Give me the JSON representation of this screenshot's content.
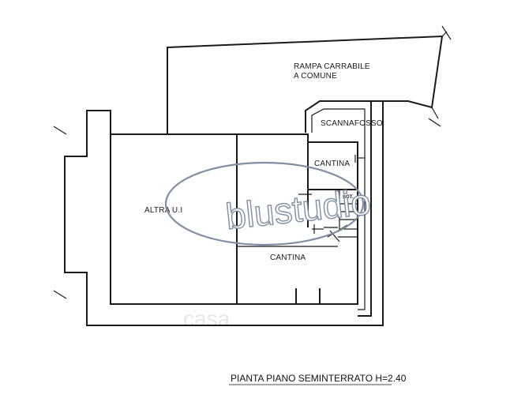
{
  "labels": {
    "rampa_line1": "RAMPA CARRABILE",
    "rampa_line2": "A COMUNE",
    "scannafosso": "SCANNAFOSSO",
    "cantina_upper": "CANTINA",
    "sot": "SOT.",
    "altra_ui": "ALTRA U.I",
    "cantina_lower": "CANTINA"
  },
  "caption": "PIANTA PIANO SEMINTERRATO H=2.40",
  "watermark": {
    "brand": "blustudio",
    "faint": "casa",
    "oval_color": "#7f8ea3"
  }
}
